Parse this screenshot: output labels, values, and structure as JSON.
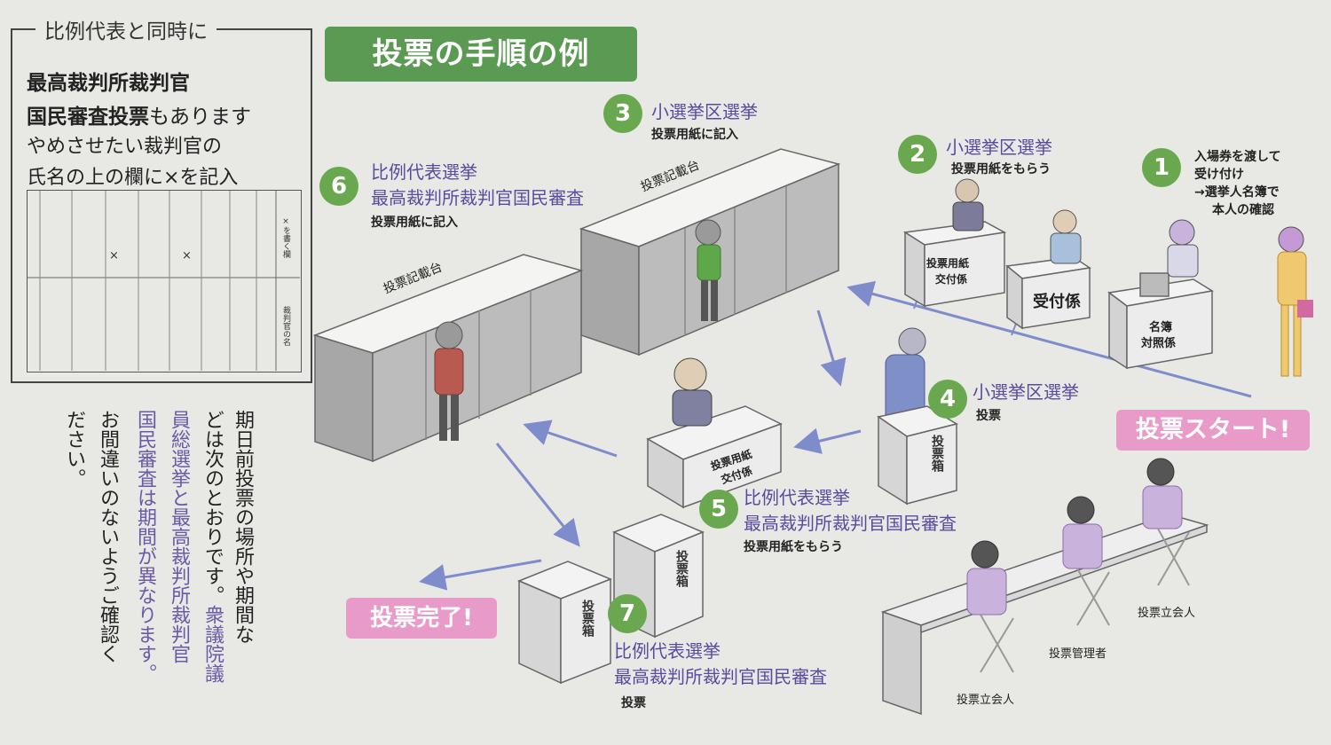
{
  "sidebox": {
    "title": "比例代表と同時に",
    "line1": "最高裁判所裁判官",
    "line2_bold": "国民審査投票",
    "line2_rest": "もあります",
    "line3": "やめさせたい裁判官の",
    "line4": "氏名の上の欄に×を記入",
    "ballot_col1": "×を書く欄",
    "ballot_col2": "裁判官の名",
    "ballot_mark": "×"
  },
  "banner": "投票の手順の例",
  "steps": [
    {
      "num": "1",
      "desc1": "入場券を渡して",
      "desc2": "受け付け",
      "desc3": "→選挙人名簿で",
      "desc4": "本人の確認"
    },
    {
      "num": "2",
      "title": "小選挙区選挙",
      "sub": "投票用紙をもらう"
    },
    {
      "num": "3",
      "title": "小選挙区選挙",
      "sub": "投票用紙に記入"
    },
    {
      "num": "4",
      "title": "小選挙区選挙",
      "sub": "投票"
    },
    {
      "num": "5",
      "title": "比例代表選挙",
      "title2": "最高裁判所裁判官国民審査",
      "sub": "投票用紙をもらう"
    },
    {
      "num": "6",
      "title": "比例代表選挙",
      "title2": "最高裁判所裁判官国民審査",
      "sub": "投票用紙に記入"
    },
    {
      "num": "7",
      "title": "比例代表選挙",
      "title2": "最高裁判所裁判官国民審査",
      "sub": "投票"
    }
  ],
  "labels": {
    "booth_upper": "投票記載台",
    "booth_lower": "投票記載台",
    "desk_paper_upper_1": "投票用紙",
    "desk_paper_upper_2": "交付係",
    "desk_reception": "受付係",
    "desk_roster_1": "名簿",
    "desk_roster_2": "対照係",
    "desk_paper_lower_1": "投票用紙",
    "desk_paper_lower_2": "交付係",
    "box": "投票箱",
    "box2": "投票箱",
    "box3": "投票箱",
    "witness_1": "投票立会人",
    "manager": "投票管理者",
    "witness_2": "投票立会人"
  },
  "start_badge": "投票スタート!",
  "finish_badge": "投票完了!",
  "column_text": {
    "c1": "期日前投票の場所や期間な",
    "c2": "どは次のとおりです。",
    "c2_hl": "衆議院議",
    "c3_hl": "員総選挙と最高裁判所裁判官",
    "c4_hl": "国民審査は期間が異なります。",
    "c5": "お間違いのないようご確認く",
    "c6": "ださい。"
  },
  "colors": {
    "green": "#6aa84f",
    "banner": "#5a9a52",
    "purple_text": "#5a4aa0",
    "pink": "#e89ac8",
    "arrow": "#7f8ccc",
    "lavender": "#c9b3dc"
  }
}
